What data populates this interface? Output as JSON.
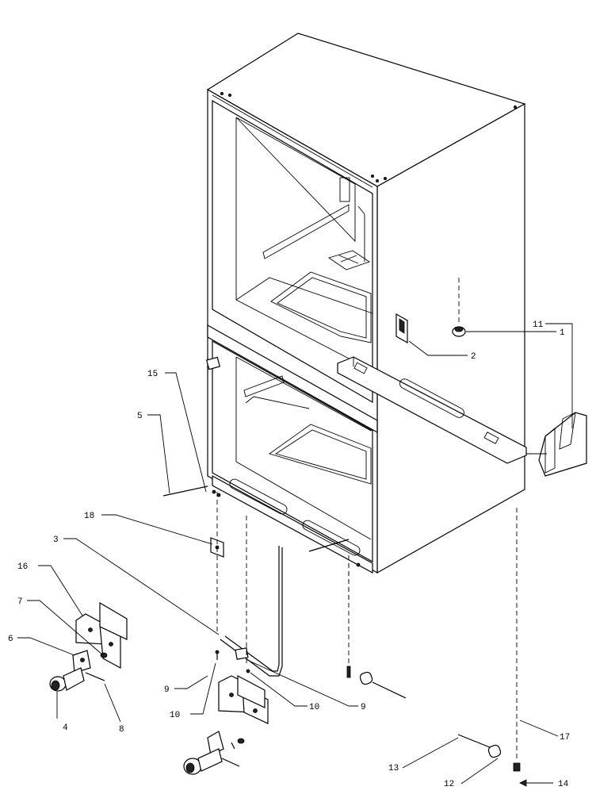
{
  "diagram": {
    "labels": {
      "l1": "1",
      "l2": "2",
      "l3": "3",
      "l4": "4",
      "l5": "5",
      "l6": "6",
      "l7": "7",
      "l8": "8",
      "l9a": "9",
      "l9b": "9",
      "l10a": "10",
      "l10b": "10",
      "l11": "11",
      "l12": "12",
      "l13": "13",
      "l14": "14",
      "l15": "15",
      "l16": "16",
      "l17": "17",
      "l18": "18"
    }
  }
}
